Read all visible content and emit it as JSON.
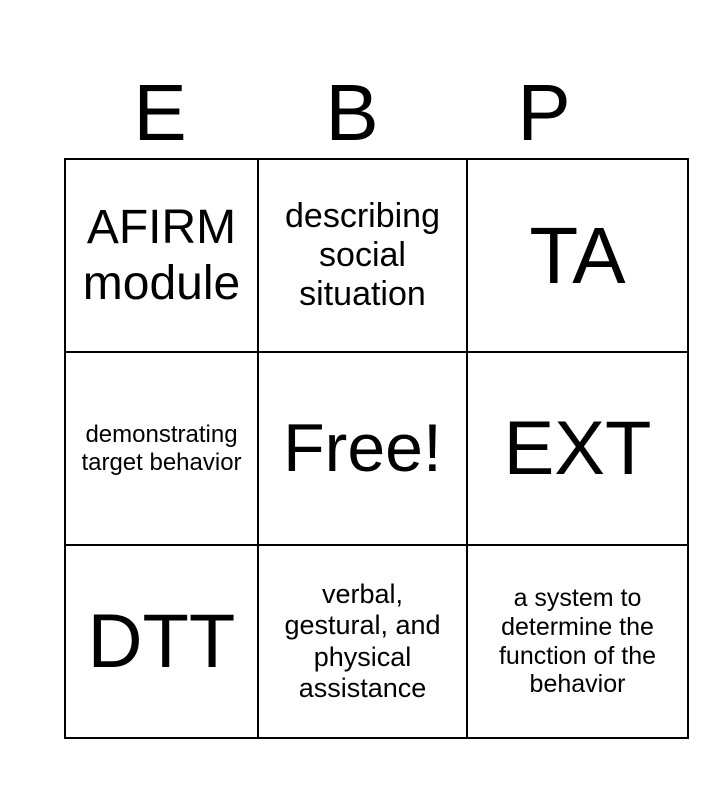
{
  "header": [
    "E",
    "B",
    "P"
  ],
  "cells": [
    [
      "AFIRM module",
      "describing social situation",
      "TA"
    ],
    [
      "demonstrating target behavior",
      "Free!",
      "EXT"
    ],
    [
      "DTT",
      "verbal, gestural, and physical assistance",
      "a system to determine the function of the behavior"
    ]
  ]
}
